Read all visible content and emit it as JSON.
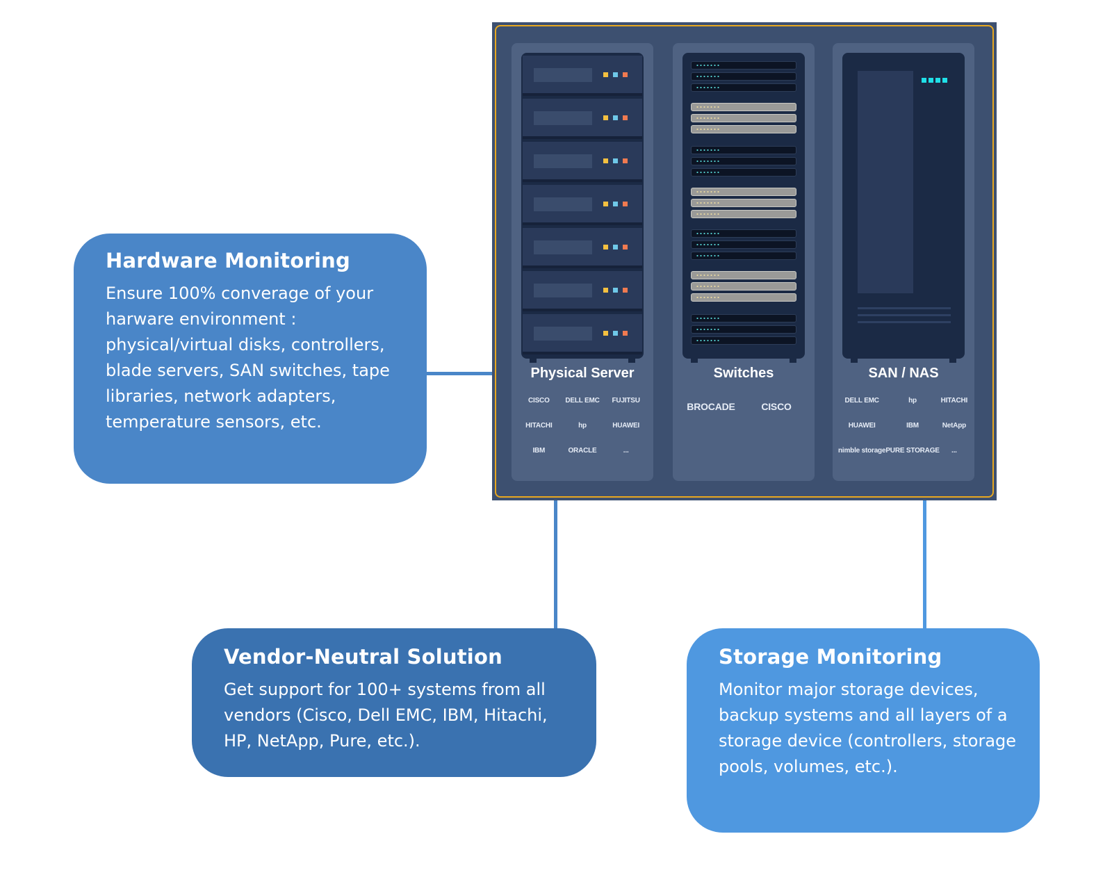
{
  "panel": {
    "columns": [
      {
        "title": "Physical Server",
        "logos": [
          "CISCO",
          "DELL EMC",
          "FUJITSU",
          "HITACHI",
          "hp",
          "HUAWEI",
          "IBM",
          "ORACLE",
          "..."
        ]
      },
      {
        "title": "Switches",
        "logos": [
          "BROCADE",
          "CISCO"
        ]
      },
      {
        "title": "SAN / NAS",
        "logos": [
          "DELL EMC",
          "hp",
          "HITACHI",
          "HUAWEI",
          "IBM",
          "NetApp",
          "nimble storage",
          "PURE STORAGE",
          "..."
        ]
      }
    ]
  },
  "callouts": {
    "hardware": {
      "title": "Hardware Monitoring",
      "body": "Ensure 100% converage of your harware environment : physical/virtual disks, controllers, blade servers, SAN switches, tape libraries, network adapters, temperature sensors, etc."
    },
    "vendor": {
      "title": "Vendor-Neutral Solution",
      "body": "Get support for 100+ systems from all vendors (Cisco, Dell EMC, IBM, Hitachi, HP, NetApp, Pure, etc.)."
    },
    "storage": {
      "title": "Storage Monitoring",
      "body": "Monitor major storage devices, backup systems and all layers of a storage device (controllers, storage pools, volumes, etc.)."
    }
  },
  "colors": {
    "panel": "#3d5070",
    "panel_border": "#e8a820",
    "hardware_callout": "#4a86c8",
    "vendor_callout": "#3a72b0",
    "storage_callout": "#4f98e0"
  }
}
